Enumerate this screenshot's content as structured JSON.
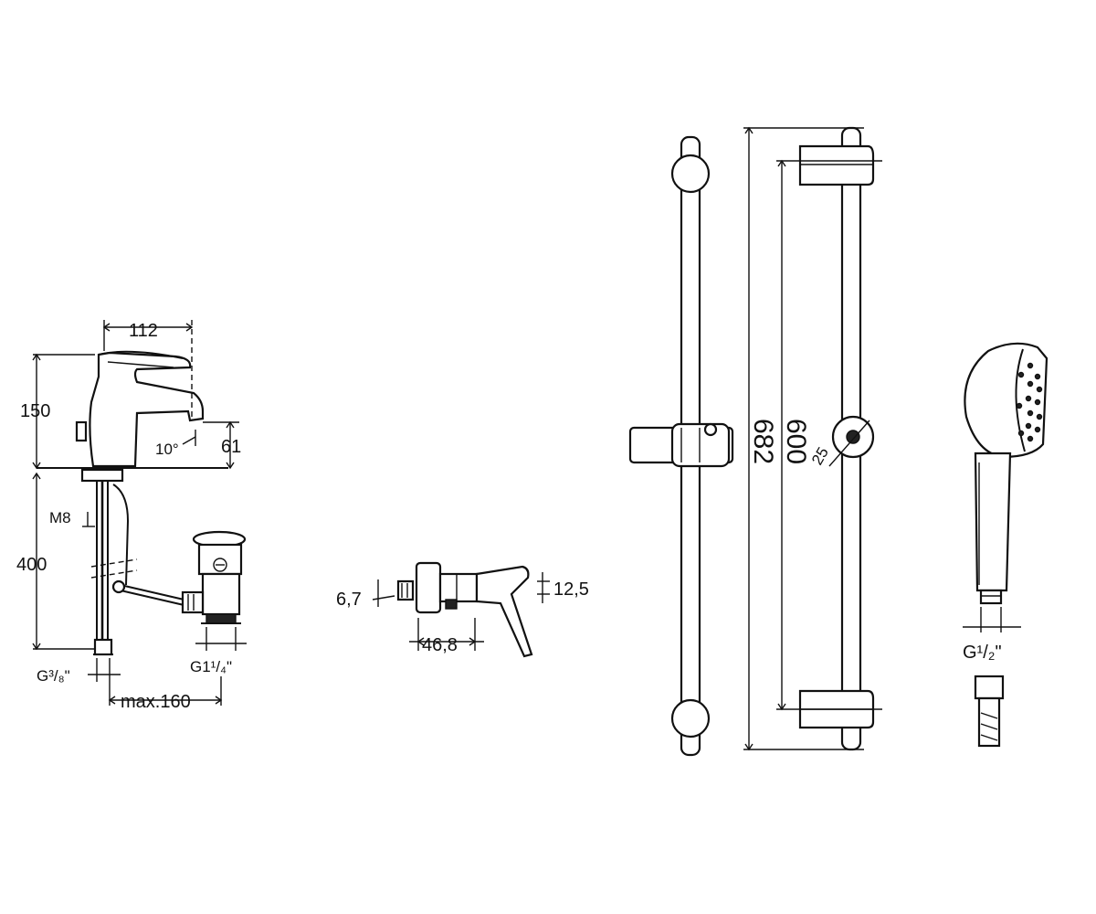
{
  "basin_mixer": {
    "dim_width": "112",
    "dim_height": "150",
    "dim_spout_angle": "10°",
    "dim_spout_height": "61",
    "dim_rod": "M8",
    "dim_hose_length": "400",
    "dim_inlet_thread": "G³/₈\"",
    "dim_waste_thread": "G1¹/₄\"",
    "dim_max_offset": "max.160"
  },
  "wall_valve": {
    "dim_left": "6,7",
    "dim_right": "12,5",
    "dim_width": "46,8"
  },
  "shower_rail": {
    "dim_inner": "600",
    "dim_overall": "682",
    "dim_diameter": "25"
  },
  "hand_shower": {
    "dim_connection": "G¹/₂\""
  }
}
